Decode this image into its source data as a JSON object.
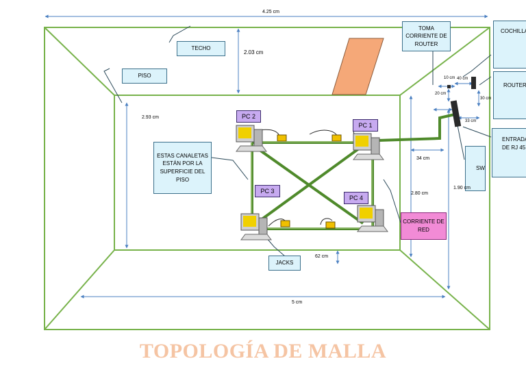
{
  "title": "TOPOLOGÍA DE MALLA",
  "labels": {
    "techo": "TECHO",
    "piso": "PISO",
    "toma": "TOMA CORRIENTE DE ROUTER",
    "cochilla": "COCHILLA",
    "router": "ROUTER",
    "entrada": "ENTRADA DE RJ 45",
    "switch": "SWITCH",
    "canaletas": "ESTAS CANALETAS ESTÁN POR LA SUPERFICIE DEL PISO",
    "corriente": "CORRIENTE DE RED",
    "jacks": "JACKS"
  },
  "pcs": {
    "pc1": "PC 1",
    "pc2": "PC 2",
    "pc3": "PC 3",
    "pc4": "PC 4"
  },
  "measurements": {
    "top_width": "4.25 cm",
    "ceiling_depth": "2.03 cm",
    "left_height": "2.93 cm",
    "right_height": "2.80 cm",
    "switch_dist": "34 cm",
    "bottom_offset": "62 cm",
    "floor_width": "5 cm",
    "d10": "10 cm",
    "d40": "40 cm",
    "d20": "20 cm",
    "d30": "30 cm",
    "d33": "33 cm",
    "switch_height": "1.90 cm"
  },
  "colors": {
    "room_lines": "#77b24a",
    "cable": "#4f8a2b",
    "info_box": "#dcf3fb",
    "pc_label": "#c7aaf0",
    "highlight": "#f28bd6",
    "door": "#f5a878",
    "jack": "#f0c000",
    "title": "#f5c4a3",
    "dimension": "#4a7fc1"
  }
}
